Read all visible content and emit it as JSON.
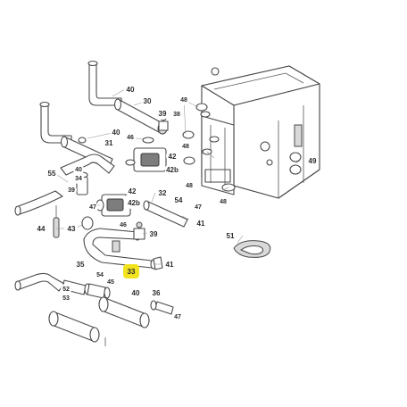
{
  "callouts": {
    "c40a": "40",
    "c30": "30",
    "c39a": "39",
    "c38": "38",
    "c48a": "48",
    "c40b": "40",
    "c31": "31",
    "c46a": "46",
    "c42a": "42",
    "c42b1": "42b",
    "c48b": "48",
    "c55": "55",
    "c40c": "40",
    "c34": "34",
    "c39b": "39",
    "c48c": "48",
    "c49": "49",
    "c47a": "47",
    "c42b": "42",
    "c42b2": "42b",
    "c32": "32",
    "c54a": "54",
    "c47b": "47",
    "c41a": "41",
    "c48d": "48",
    "c44": "44",
    "c43": "43",
    "c46b": "46",
    "c39c": "39",
    "c51": "51",
    "c35": "35",
    "c54b": "54",
    "c33": "33",
    "c41b": "41",
    "c45": "45",
    "c52": "52",
    "c53": "53",
    "c40d": "40",
    "c36": "36",
    "c47c": "47"
  },
  "colors": {
    "highlight": "#f2e31f",
    "line": "#4a4a4a",
    "label": "#2b2b2b"
  }
}
